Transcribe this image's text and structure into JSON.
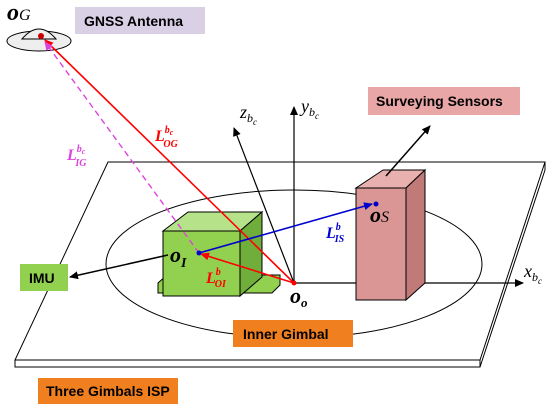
{
  "labels": {
    "gnss_antenna": "GNSS Antenna",
    "surveying_sensors": "Surveying Sensors",
    "imu": "IMU",
    "inner_gimbal": "Inner Gimbal",
    "three_gimbals_isp": "Three Gimbals ISP"
  },
  "points": {
    "og_main": "o",
    "og_sub": "G",
    "oi_main": "o",
    "oi_sub": "I",
    "os_main": "o",
    "os_sub": "S",
    "oo_main": "o",
    "oo_sub": "o"
  },
  "axes": {
    "x_main": "x",
    "x_sub": "b",
    "x_subsub": "c",
    "y_main": "y",
    "y_sub": "b",
    "y_subsub": "c",
    "z_main": "z",
    "z_sub": "b",
    "z_subsub": "c"
  },
  "vectors": {
    "og_main": "L",
    "og_sup": "b",
    "og_supsub": "c",
    "og_sub": "OG",
    "ig_main": "L",
    "ig_sup": "b",
    "ig_supsub": "c",
    "ig_sub": "IG",
    "is_main": "L",
    "is_sup": "b",
    "is_sub": "IS",
    "oi_main": "L",
    "oi_sup": "b",
    "oi_sub": "OI"
  },
  "colors": {
    "gnss_box": "#d9d0e6",
    "surveying_box": "#e8a6a6",
    "imu_box": "#92d050",
    "gimbal_box": "#f07f1f",
    "isp_box": "#f07f1f",
    "red": "#ff0000",
    "magenta": "#dd44dd",
    "blue": "#0000cc",
    "cube_green": "#92d050",
    "sensor_pink": "#d99694"
  }
}
